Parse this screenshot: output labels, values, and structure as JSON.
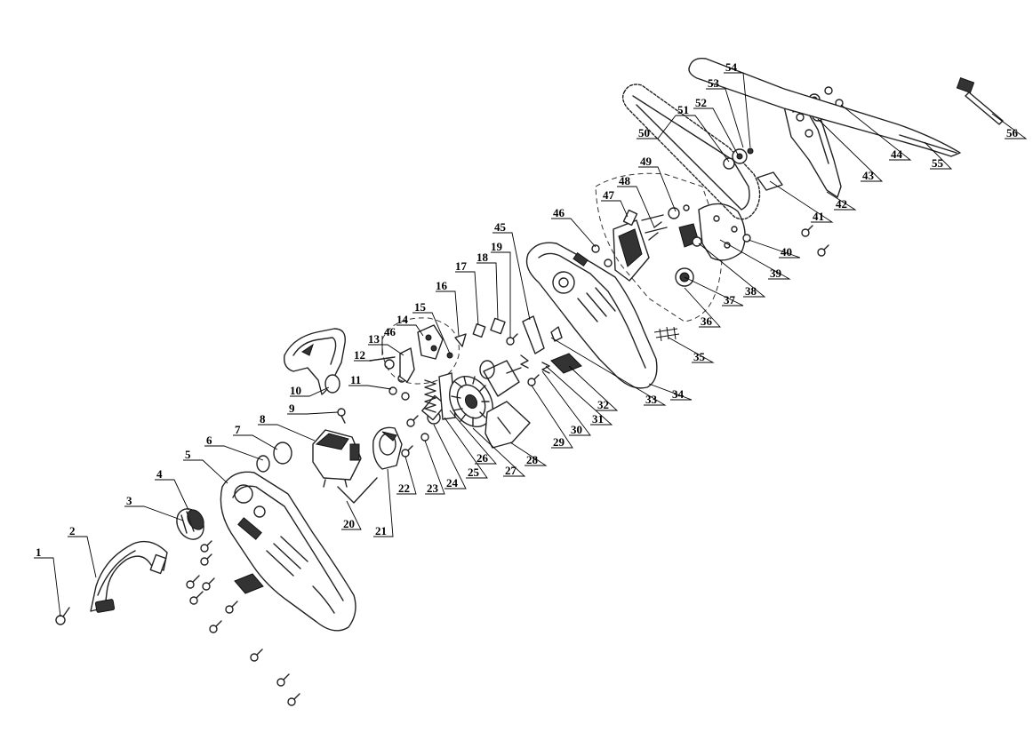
{
  "diagram": {
    "labels": [
      "1",
      "2",
      "3",
      "4",
      "5",
      "6",
      "7",
      "8",
      "9",
      "10",
      "11",
      "12",
      "13",
      "14",
      "15",
      "16",
      "17",
      "18",
      "19",
      "20",
      "21",
      "22",
      "23",
      "24",
      "25",
      "26",
      "27",
      "28",
      "29",
      "30",
      "31",
      "32",
      "33",
      "34",
      "35",
      "36",
      "37",
      "38",
      "39",
      "40",
      "41",
      "42",
      "43",
      "44",
      "45",
      "46",
      "47",
      "48",
      "49",
      "50",
      "51",
      "52",
      "53",
      "54",
      "55",
      "56"
    ]
  }
}
